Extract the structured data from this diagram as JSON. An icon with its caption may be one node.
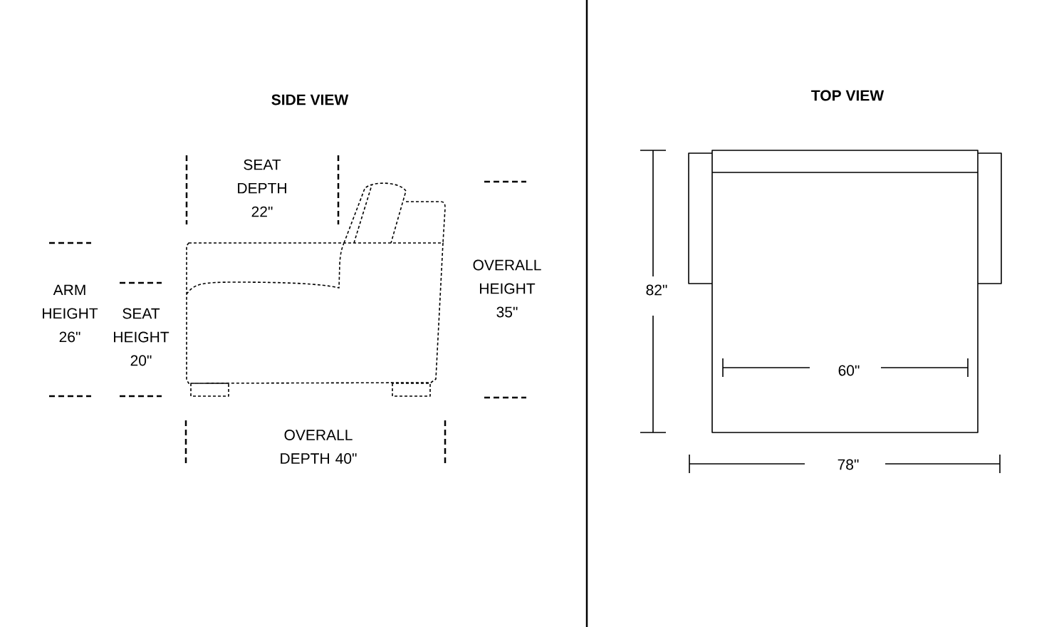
{
  "diagram": {
    "labels": [
      "SIDE VIEW",
      "SEAT DEPTH 22\"",
      "ARM HEIGHT 26\"",
      "SEAT HEIGHT 20\"",
      "OVERALL HEIGHT 35\"",
      "OVERALL DEPTH 40\"",
      "TOP VIEW",
      "82\"",
      "60\"",
      "78\""
    ]
  }
}
